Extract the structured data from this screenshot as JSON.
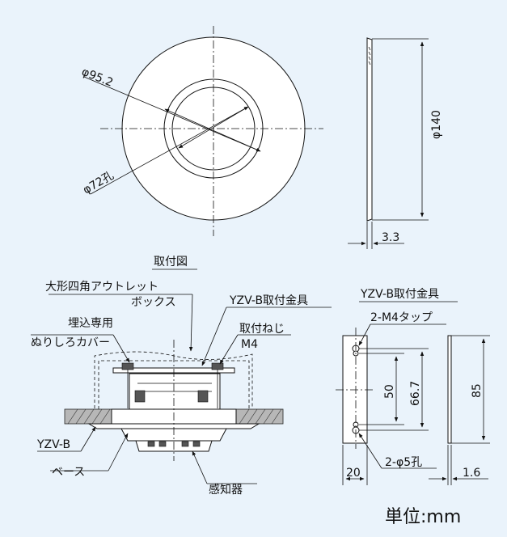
{
  "top_view": {
    "dim_outer_inner": "φ95.2",
    "dim_hole": "φ72孔",
    "dim_height": "φ140",
    "dim_thickness": "3.3"
  },
  "mounting_diagram": {
    "title": "取付図",
    "label_box_line1": "大形四角アウトレット",
    "label_box_line2": "ボックス",
    "label_bracket": "YZV-B取付金具",
    "label_cover_line1": "埋込専用",
    "label_cover_line2": "ぬりしろカバー",
    "label_screw_line1": "取付ねじ",
    "label_screw_line2": "M4",
    "label_model": "YZV-B",
    "label_base": "ベース",
    "label_sensor": "感知器"
  },
  "bracket_detail": {
    "title": "YZV-B取付金具",
    "label_tap": "2-M4タップ",
    "dim_50": "50",
    "dim_66_7": "66.7",
    "dim_85": "85",
    "label_holes": "2-φ5孔",
    "dim_20": "20",
    "dim_1_6": "1.6"
  },
  "footer": {
    "unit": "単位:mm"
  }
}
